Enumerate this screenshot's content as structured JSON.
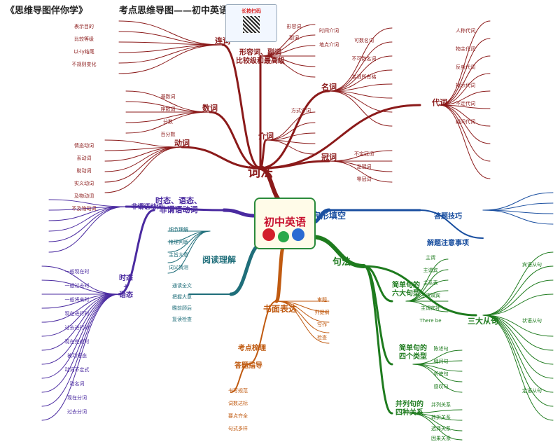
{
  "header": {
    "left_title": "《思维导图伴你学》",
    "right_title": "考点思维导图——初中英语",
    "poster_label": "长按扫码"
  },
  "center": {
    "title": "初中英语"
  },
  "branches": {
    "word_method": "词法",
    "sentence_method": "句法",
    "cloze": "完形填空",
    "reading": "阅读理解",
    "writing": "书面表达",
    "answer_guide": "答题指导",
    "exam_review": "考点梳理",
    "answer_tips": "答题技巧",
    "solving_notes": "解题注意事项",
    "tense": "时态、语态、\n非谓语动词",
    "non_finite": "非谓语动词",
    "tense_short": "时态\n+\n语态",
    "simple_sentence": "简单句的\n六大句型",
    "sentence_types": "简单句的\n四个类型",
    "compound": "并列句的\n四种关系",
    "clauses": "三大从句"
  },
  "word_nodes": {
    "conjunction": "连词",
    "numeral": "数词",
    "verb": "动词",
    "adjective_adverb": "形容词、副词\n比较级和最高级",
    "preposition": "介词",
    "noun": "名词",
    "pronoun": "代词",
    "article": "冠词"
  },
  "leaf_labels": [
    "表示目的",
    "比较等级",
    "以-ly结尾",
    "不规则变化",
    "形容词",
    "副词",
    "时间介词",
    "地点介词",
    "方式介词",
    "可数名词",
    "不可数名词",
    "名词所有格",
    "人称代词",
    "物主代词",
    "反身代词",
    "指示代词",
    "不定代词",
    "疑问代词",
    "不定冠词",
    "定冠词",
    "零冠词",
    "基数词",
    "序数词",
    "分数",
    "百分数",
    "情态动词",
    "系动词",
    "助动词",
    "实义动词",
    "及物动词",
    "不及物动词",
    "一般现在时",
    "一般过去时",
    "一般将来时",
    "现在进行时",
    "过去进行时",
    "现在完成时",
    "被动语态",
    "动词不定式",
    "动名词",
    "现在分词",
    "过去分词",
    "主谓",
    "主谓宾",
    "主系表",
    "主谓双宾",
    "主谓宾补",
    "There be",
    "陈述句",
    "疑问句",
    "祈使句",
    "感叹句",
    "并列关系",
    "转折关系",
    "选择关系",
    "因果关系",
    "宾语从句",
    "状语从句",
    "定语从句",
    "细节理解",
    "推理判断",
    "主旨大意",
    "词义猜测",
    "通读全文",
    "把握大意",
    "瞻前顾后",
    "复读检查",
    "审题",
    "列提纲",
    "写作",
    "检查",
    "书写规范",
    "词数达标",
    "要点齐全",
    "句式多样"
  ],
  "colors": {
    "word_branch": "#8b1a1a",
    "sentence_branch": "#1e7b1e",
    "tense_branch": "#4a2aa0",
    "reading_branch": "#1f6e7a",
    "writing_branch": "#c05a10",
    "cloze_branch": "#1a4fa0",
    "center_fill": "#fffbe8"
  }
}
